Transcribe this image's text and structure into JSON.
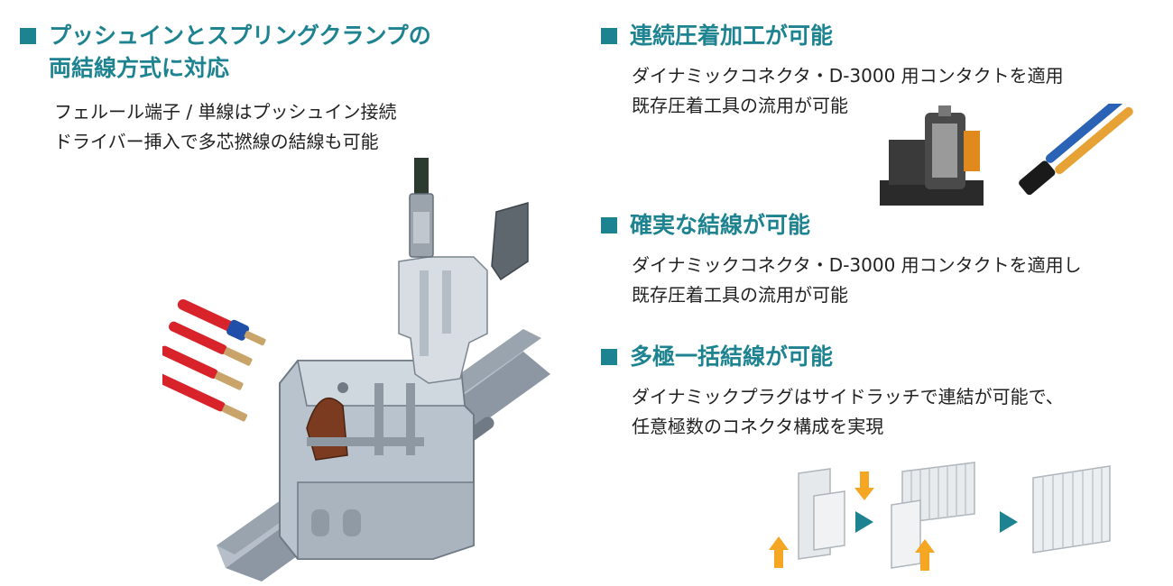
{
  "left": {
    "heading_line1": "プッシュインとスプリングクランプの",
    "heading_line2": "両結線方式に対応",
    "desc": [
      "フェルール端子 / 単線はプッシュイン接続",
      "ドライバー挿入で多芯撚線の結線も可能"
    ]
  },
  "features": [
    {
      "heading": "連続圧着加工が可能",
      "desc": [
        "ダイナミックコネクタ・D-3000 用コンタクトを適用",
        "既存圧着工具の流用が可能"
      ]
    },
    {
      "heading": "確実な結線が可能",
      "desc": [
        "ダイナミックコネクタ・D-3000 用コンタクトを適用し",
        "既存圧着工具の流用が可能"
      ]
    },
    {
      "heading": "多極一括結線が可能",
      "desc": [
        "ダイナミックプラグはサイドラッチで連結が可能で、",
        "任意極数のコネクタ構成を実現"
      ]
    }
  ],
  "colors": {
    "accent": "#1e8390",
    "arrow_orange": "#f5a623",
    "wire_red": "#d8232a",
    "ferrule_blue": "#1f4fa8"
  },
  "icons": [
    "square-bullet-icon",
    "play-arrow-icon",
    "up-arrow-icon",
    "down-arrow-icon"
  ]
}
